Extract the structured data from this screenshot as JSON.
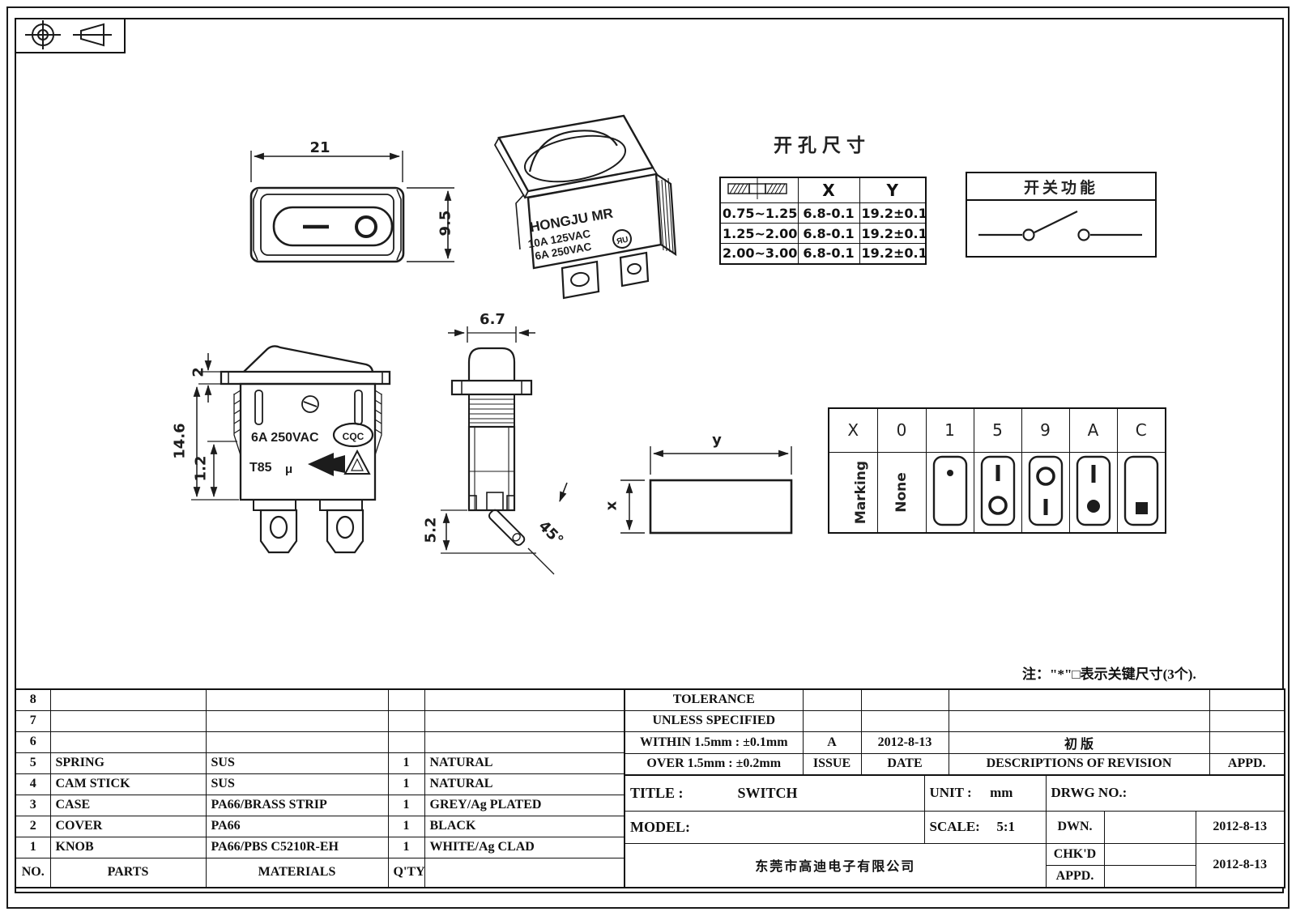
{
  "dims": {
    "front_width": "21",
    "front_height": "9.5",
    "flange_thickness": "2",
    "body_height": "14.6",
    "rib": "1.2",
    "end_width": "6.7",
    "terminal_length": "5.2",
    "terminal_angle": "45°",
    "cutout_width_label": "y",
    "cutout_height_label": "x"
  },
  "iso_view": {
    "brand": "HONGJU MR",
    "rating1": "10A 125VAC",
    "rating2": "6A 250VAC",
    "ul_mark": "ЯU"
  },
  "side_view": {
    "rating": "6A 250VAC",
    "t_rating": "T85",
    "mu": "μ",
    "cqc": "CQC"
  },
  "hole_table": {
    "title": "开孔尺寸",
    "col_x": "X",
    "col_y": "Y",
    "rows": [
      {
        "t": "0.75~1.25",
        "x": "6.8-0.1",
        "y": "19.2±0.1"
      },
      {
        "t": "1.25~2.00",
        "x": "6.8-0.1",
        "y": "19.2±0.1"
      },
      {
        "t": "2.00~3.00",
        "x": "6.8-0.1",
        "y": "19.2±0.1"
      }
    ]
  },
  "function_box": {
    "title": "开关功能"
  },
  "marking_table": {
    "headers": [
      "X",
      "0",
      "1",
      "5",
      "9",
      "A",
      "C"
    ],
    "marking_label": "Marking",
    "none_label": "None",
    "icons": [
      "rotated-label",
      "none-label",
      "dot-top",
      "bar-top-circle-bottom",
      "circle-top-bar-bottom",
      "bar-top-dot-bottom",
      "square-bottom"
    ]
  },
  "note": "注：\"*\"□表示关键尺寸(3个).",
  "parts_table": {
    "rows": [
      {
        "no": "8",
        "part": "",
        "material": "",
        "qty": "",
        "color": ""
      },
      {
        "no": "7",
        "part": "",
        "material": "",
        "qty": "",
        "color": ""
      },
      {
        "no": "6",
        "part": "",
        "material": "",
        "qty": "",
        "color": ""
      },
      {
        "no": "5",
        "part": "SPRING",
        "material": "SUS",
        "qty": "1",
        "color": "NATURAL"
      },
      {
        "no": "4",
        "part": "CAM STICK",
        "material": "SUS",
        "qty": "1",
        "color": "NATURAL"
      },
      {
        "no": "3",
        "part": "CASE",
        "material": "PA66/BRASS STRIP",
        "qty": "1",
        "color": "GREY/Ag PLATED"
      },
      {
        "no": "2",
        "part": "COVER",
        "material": "PA66",
        "qty": "1",
        "color": "BLACK"
      },
      {
        "no": "1",
        "part": "KNOB",
        "material": "PA66/PBS C5210R-EH",
        "qty": "1",
        "color": "WHITE/Ag CLAD"
      }
    ],
    "footer": {
      "no": "NO.",
      "parts": "PARTS",
      "materials": "MATERIALS",
      "qty": "Q'TY"
    }
  },
  "tolerance_block": {
    "line1": "TOLERANCE",
    "line2": "UNLESS  SPECIFIED",
    "within": "WITHIN 1.5mm : ±0.1mm",
    "over": "OVER 1.5mm : ±0.2mm"
  },
  "revision_block": {
    "issue_value": "A",
    "date_value": "2012-8-13",
    "description_value": "初  版",
    "issue_label": "ISSUE",
    "date_label": "DATE",
    "description_label": "DESCRIPTIONS  OF  REVISION",
    "appd_label": "APPD."
  },
  "title_block": {
    "title_label": "TITLE :",
    "title_value": "SWITCH",
    "model_label": "MODEL:",
    "unit_label": "UNIT :",
    "unit_value": "mm",
    "scale_label": "SCALE:",
    "scale_value": "5:1",
    "drwg_label": "DRWG  NO.:",
    "dwn_label": "DWN.",
    "chkd_label": "CHK'D",
    "appd_label": "APPD.",
    "dwn_date": "2012-8-13",
    "chkd_date": "2012-8-13",
    "company": "东莞市高迪电子有限公司"
  }
}
